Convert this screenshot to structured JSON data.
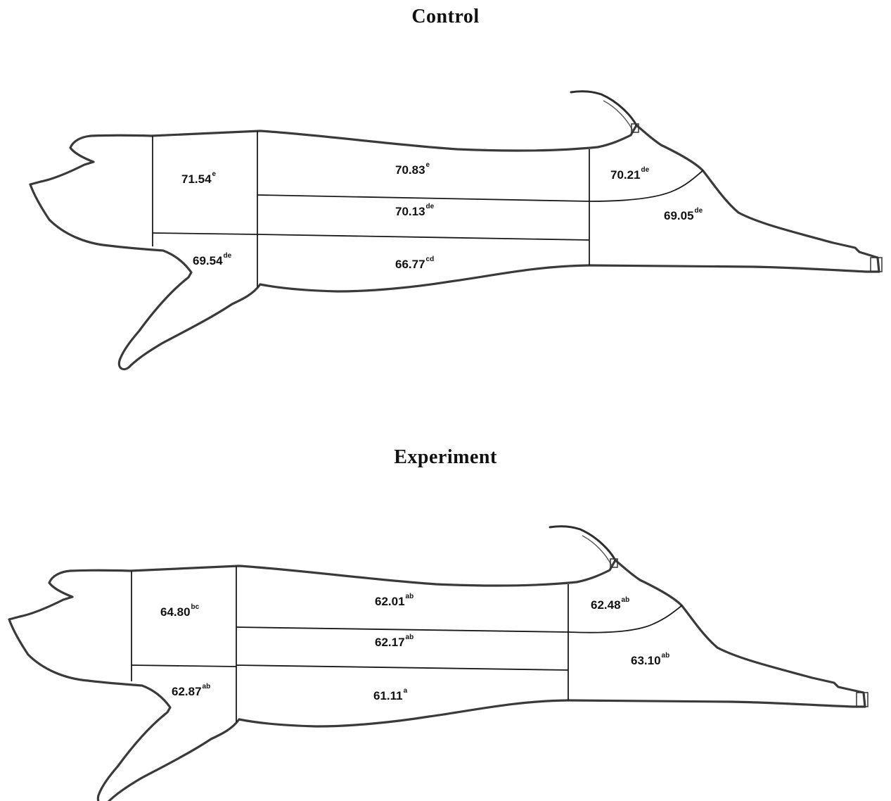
{
  "panels": [
    {
      "title": "Control",
      "cuts": {
        "shoulder": {
          "value": "71.54",
          "sup": "e"
        },
        "loin_upper": {
          "value": "70.83",
          "sup": "e"
        },
        "loin_middle": {
          "value": "70.13",
          "sup": "de"
        },
        "belly": {
          "value": "66.77",
          "sup": "cd"
        },
        "foreleg": {
          "value": "69.54",
          "sup": "de"
        },
        "ham_upper": {
          "value": "70.21",
          "sup": "de"
        },
        "ham_lower": {
          "value": "69.05",
          "sup": "de"
        }
      }
    },
    {
      "title": "Experiment",
      "cuts": {
        "shoulder": {
          "value": "64.80",
          "sup": "bc"
        },
        "loin_upper": {
          "value": "62.01",
          "sup": "ab"
        },
        "loin_middle": {
          "value": "62.17",
          "sup": "ab"
        },
        "belly": {
          "value": "61.11",
          "sup": "a"
        },
        "foreleg": {
          "value": "62.87",
          "sup": "ab"
        },
        "ham_upper": {
          "value": "62.48",
          "sup": "ab"
        },
        "ham_lower": {
          "value": "63.10",
          "sup": "ab"
        }
      }
    }
  ]
}
